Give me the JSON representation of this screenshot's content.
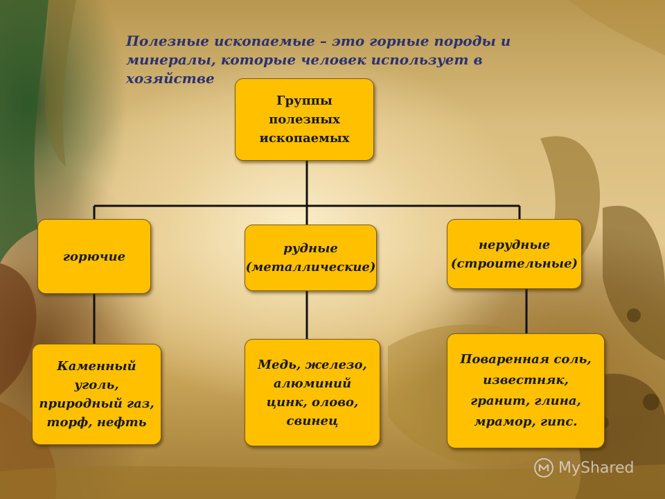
{
  "slide": {
    "title": "Полезные ископаемые – это горные породы и минералы, которые человек использует в хозяйстве"
  },
  "diagram": {
    "root": "Группы полезных ископаемых",
    "categories": [
      {
        "label": "горючие",
        "examples": "Каменный уголь, природный газ, торф, нефть"
      },
      {
        "label": "рудные\n(металлические)",
        "examples": "Медь, железо, алюминий\nцинк, олово, свинец"
      },
      {
        "label": "нерудные\n(строительные)",
        "examples": "Поваренная соль, известняк, гранит, глина, мрамор, гипс."
      }
    ]
  },
  "watermark": {
    "text": "MyShared",
    "icon": "myshared-logo-icon"
  },
  "colors": {
    "box_fill": "#ffc000",
    "connector": "#111111",
    "title_text": "#2b3270"
  }
}
